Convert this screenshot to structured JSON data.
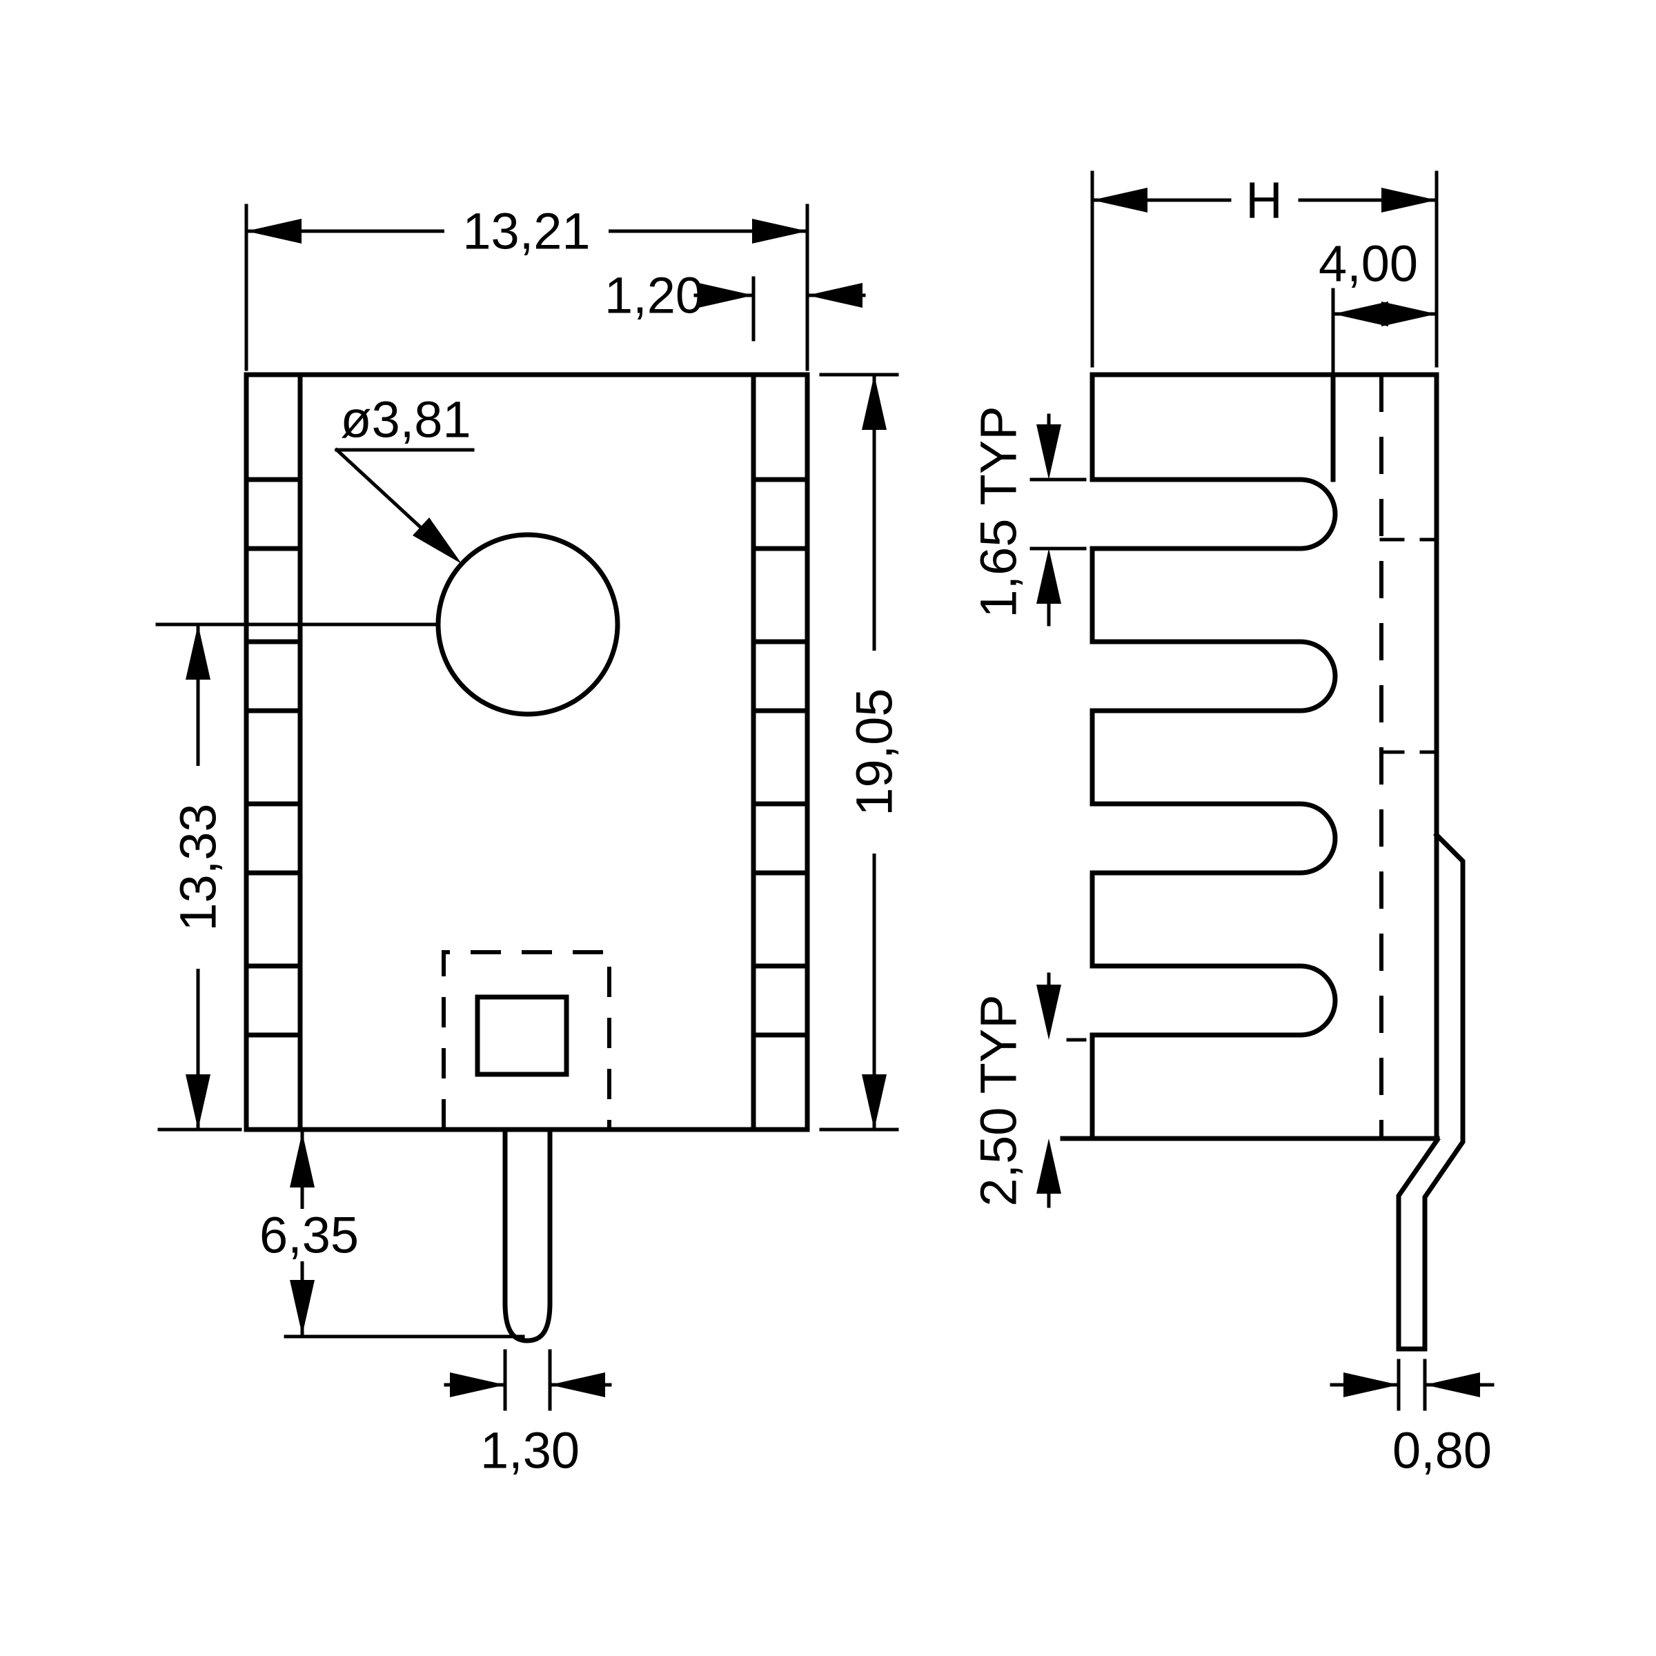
{
  "drawing": {
    "type": "technical-dimension-drawing",
    "subject": "finned heatsink, two orthographic views",
    "units_style": "decimal comma (mm)",
    "colors": {
      "line": "#000000",
      "background": "#ffffff"
    },
    "front": {
      "overall_width": "13,21",
      "edge_strip_width": "1,20",
      "hole_diameter": "ø3,81",
      "overall_height": "19,05",
      "hole_center_from_bottom": "13,33",
      "pin_protrusion": "6,35",
      "pin_width": "1,30"
    },
    "side": {
      "overall_depth": "H",
      "base_depth": "4,00",
      "slot_width": "1,65 TYP",
      "fin_pitch": "2,50 TYP",
      "tab_thickness": "0,80"
    }
  }
}
